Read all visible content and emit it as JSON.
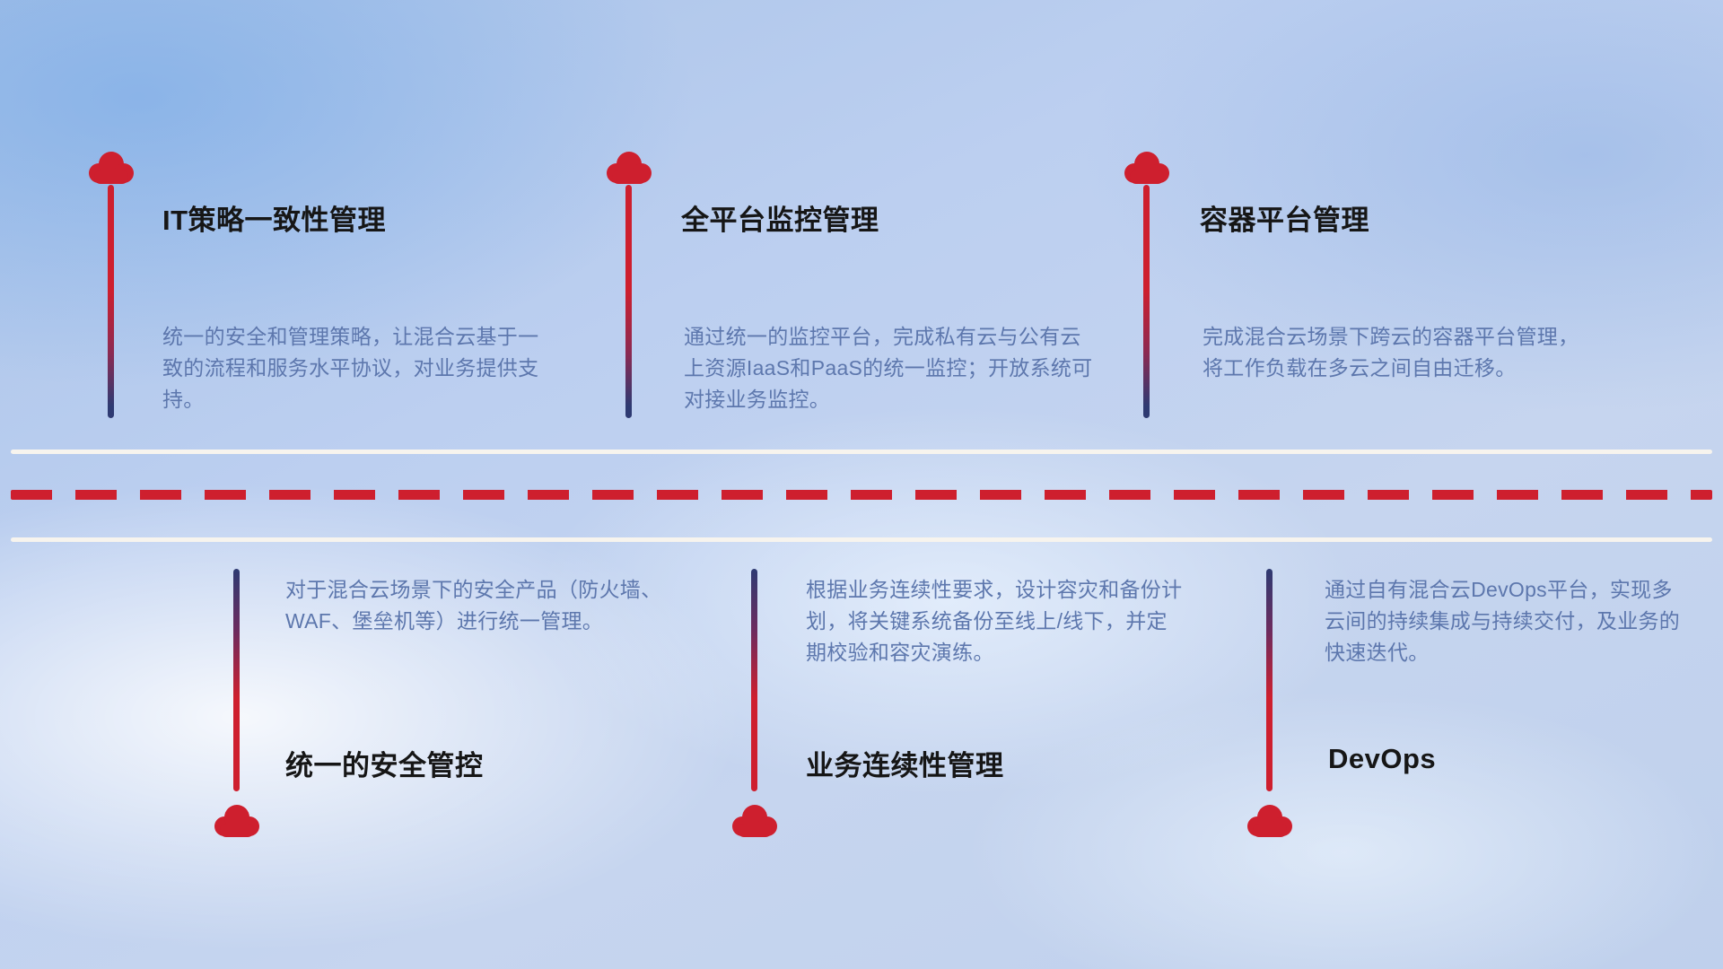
{
  "colors": {
    "red": "#ce1f2e",
    "navy": "#2e3a72",
    "desc_text": "#5d77ad",
    "title_text": "#161616",
    "line_white": "#f7f4ee"
  },
  "icons": {
    "cloud": "cloud-icon"
  },
  "items_top": [
    {
      "title": "IT策略一致性管理",
      "desc": "统一的安全和管理策略，让混合云基于一致的流程和服务水平协议，对业务提供支持。"
    },
    {
      "title": "全平台监控管理",
      "desc": "通过统一的监控平台，完成私有云与公有云上资源IaaS和PaaS的统一监控；开放系统可对接业务监控。"
    },
    {
      "title": "容器平台管理",
      "desc": "完成混合云场景下跨云的容器平台管理，将工作负载在多云之间自由迁移。"
    }
  ],
  "items_bottom": [
    {
      "title": "统一的安全管控",
      "desc": "对于混合云场景下的安全产品（防火墙、WAF、堡垒机等）进行统一管理。"
    },
    {
      "title": "业务连续性管理",
      "desc": "根据业务连续性要求，设计容灾和备份计划，将关键系统备份至线上/线下，并定期校验和容灾演练。"
    },
    {
      "title": "DevOps",
      "desc": "通过自有混合云DevOps平台，实现多云间的持续集成与持续交付，及业务的快速迭代。"
    }
  ]
}
